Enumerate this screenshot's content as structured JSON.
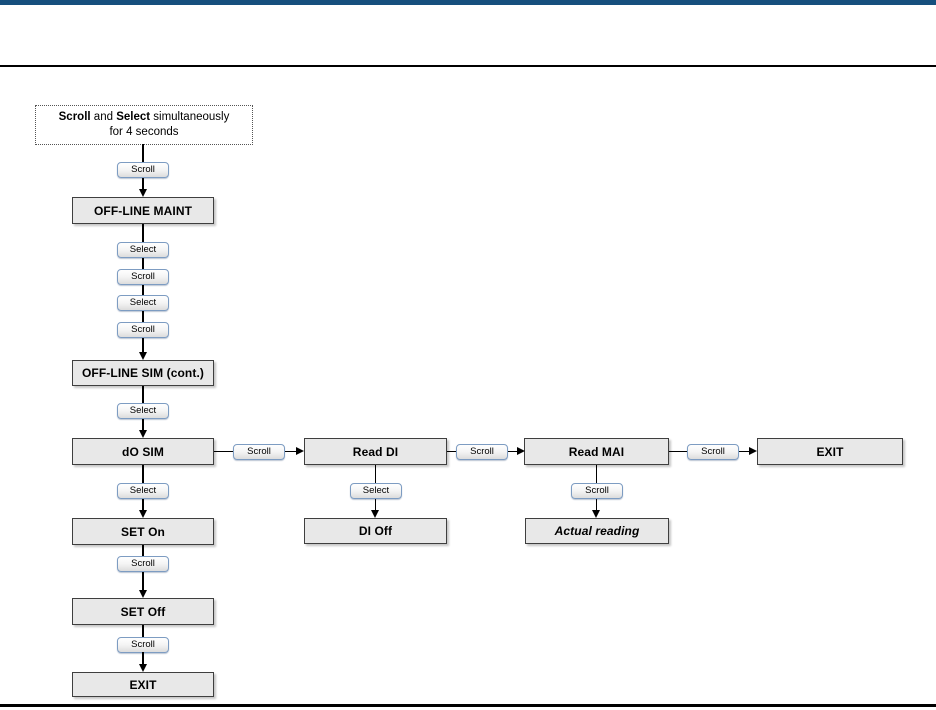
{
  "document": {
    "accent_bar_color": "#164f7d",
    "rule_color": "#000000"
  },
  "diagram": {
    "trigger": {
      "bold_scroll": "Scroll",
      "and_text": " and ",
      "bold_select": "Select",
      "tail_text": " simultaneously",
      "line2": "for 4 seconds"
    },
    "buttons": {
      "scroll": "Scroll",
      "select": "Select"
    },
    "nodes": {
      "offline_maint": "OFF-LINE MAINT",
      "offline_sim_cont": "OFF-LINE SIM (cont.)",
      "do_sim": "dO SIM",
      "read_di": "Read DI",
      "read_mai": "Read MAI",
      "exit_top": "EXIT",
      "set_on": "SET On",
      "di_off": "DI Off",
      "actual_reading": "Actual reading",
      "set_off": "SET Off",
      "exit_bottom": "EXIT"
    },
    "colors": {
      "node_fill": "#e8e8e8",
      "node_border": "#3f3f3f",
      "button_border": "#7d9cc2",
      "connector": "#000000"
    }
  }
}
